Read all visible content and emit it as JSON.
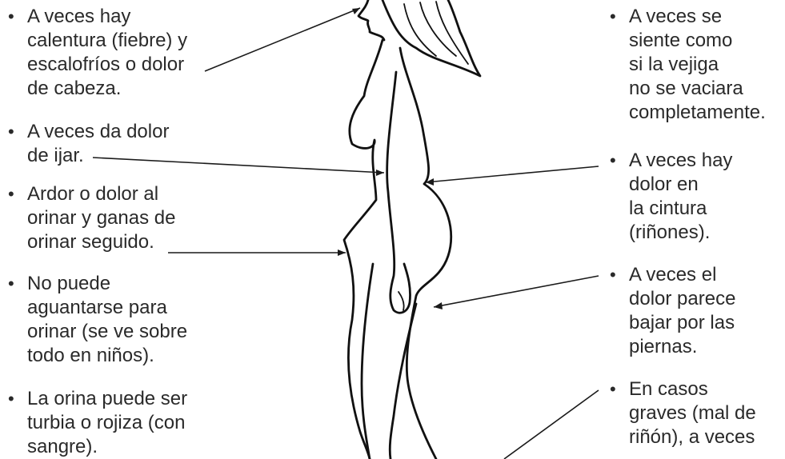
{
  "left_items": [
    {
      "bullet": "•",
      "text": "A veces hay\ncalentura (fiebre) y\nescalofríos o dolor\nde cabeza."
    },
    {
      "bullet": "•",
      "text": "A veces da dolor\nde ijar."
    },
    {
      "bullet": "•",
      "text": "Ardor o dolor al\norinar y ganas de\norinar seguido."
    },
    {
      "bullet": "•",
      "text": "No puede\naguantarse para\norinar (se ve sobre\ntodo en niños)."
    },
    {
      "bullet": "•",
      "text": "La orina puede ser\nturbia o rojiza (con\nsangre)."
    }
  ],
  "right_items": [
    {
      "bullet": "•",
      "text": "A veces se\nsiente como\nsi la vejiga\nno se vaciara\ncompletamente."
    },
    {
      "bullet": "•",
      "text": "A veces hay\ndolor en\nla cintura\n(riñones)."
    },
    {
      "bullet": "•",
      "text": "A veces el\ndolor parece\nbajar por las\npiernas."
    },
    {
      "bullet": "•",
      "text": "En casos\ngraves (mal de\nriñón), a veces"
    }
  ]
}
